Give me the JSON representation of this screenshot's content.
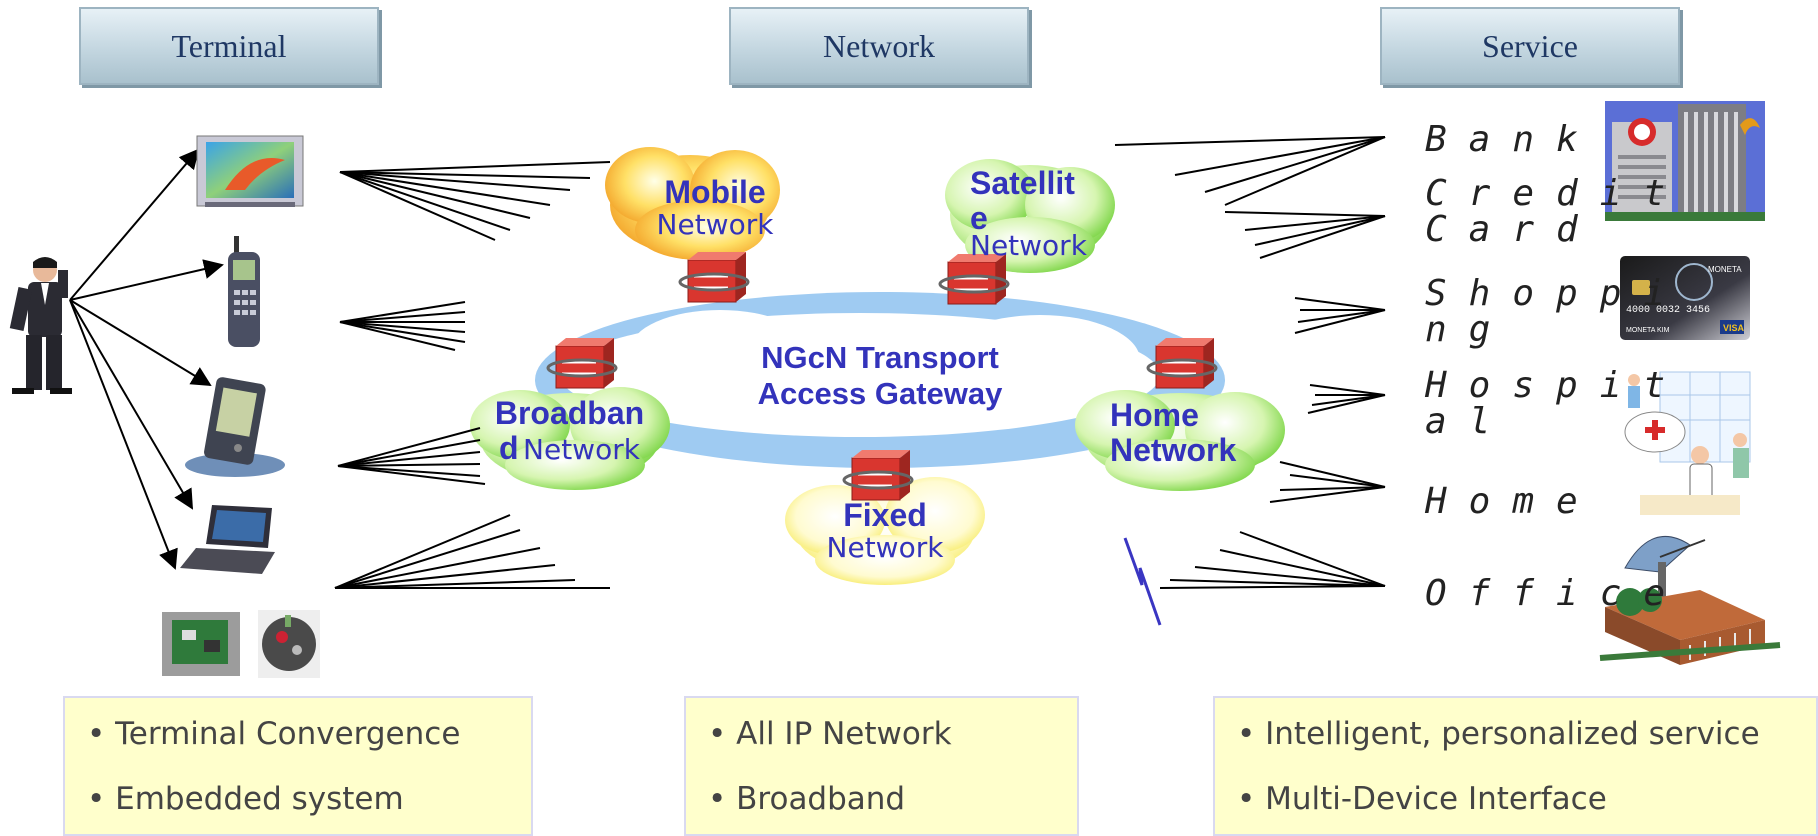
{
  "headers": {
    "terminal": "Terminal",
    "network": "Network",
    "service": "Service"
  },
  "clouds": {
    "mobile": {
      "bold": "Mobile",
      "normal": "Network"
    },
    "satellite": {
      "bold1": "Satellit",
      "bold2": "e",
      "normal": "Network"
    },
    "broadband": {
      "bold1": "Broadban",
      "bold2": "d",
      "normal": "Network"
    },
    "home": {
      "bold1": "Home",
      "bold2": "Network"
    },
    "fixed": {
      "bold": "Fixed",
      "normal": "Network"
    }
  },
  "core": {
    "line1": "NGcN Transport",
    "line2": "Access Gateway"
  },
  "services": [
    {
      "line1": "Bank",
      "line2": ""
    },
    {
      "line1": "Credit",
      "line2": "Card"
    },
    {
      "line1": "Shoppi",
      "line2": "ng"
    },
    {
      "line1": "Hospit",
      "line2": "al"
    },
    {
      "line1": "Home",
      "line2": ""
    },
    {
      "line1": "Office",
      "line2": ""
    }
  ],
  "boxes": {
    "terminal": [
      "Terminal Convergence",
      "Embedded system"
    ],
    "network": [
      "All IP Network",
      "Broadband"
    ],
    "service": [
      "Intelligent, personalized service",
      "Multi-Device Interface"
    ]
  },
  "card": {
    "brand": "MONETA",
    "number": "4000 0032 3456",
    "holder": "MONETA KIM",
    "network": "VISA"
  },
  "colors": {
    "header_text": "#1f3864",
    "cloud_label": "#3333bb",
    "box_fill": "#ffffcc",
    "core_cloud": "#9fcbf2",
    "gateway": "#d9362f"
  }
}
